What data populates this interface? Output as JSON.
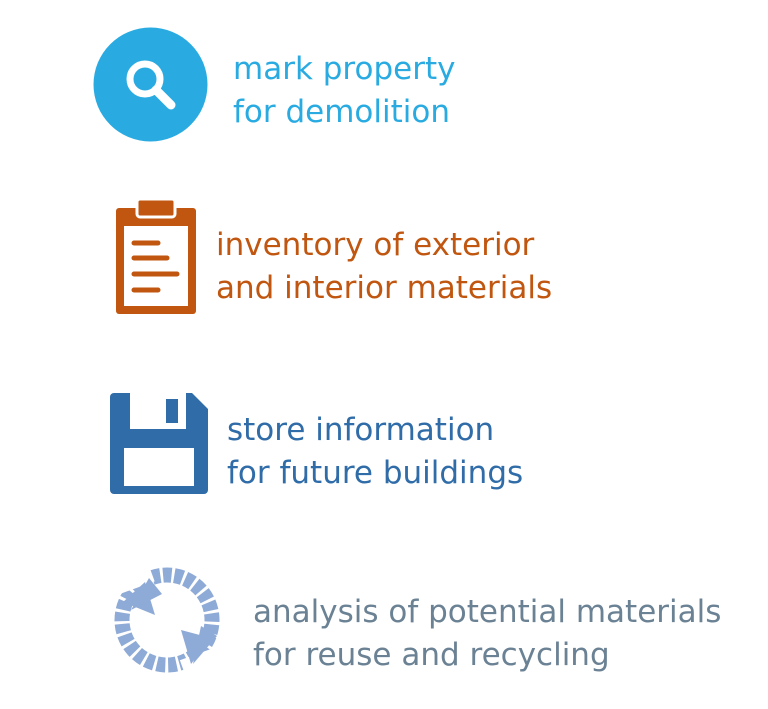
{
  "steps": [
    {
      "icon": "search-icon",
      "color": "#29abe2",
      "lines": [
        "mark property",
        "for demolition"
      ]
    },
    {
      "icon": "clipboard-icon",
      "color": "#c0560f",
      "lines": [
        "inventory of exterior",
        "and interior materials"
      ]
    },
    {
      "icon": "floppy-disk-icon",
      "color": "#2f6ca8",
      "lines": [
        "store information",
        "for future buildings"
      ]
    },
    {
      "icon": "recycle-icon",
      "color": "#6b8294",
      "icon_color": "#8eaad6",
      "lines": [
        "analysis of potential materials",
        "for reuse and recycling"
      ]
    }
  ]
}
